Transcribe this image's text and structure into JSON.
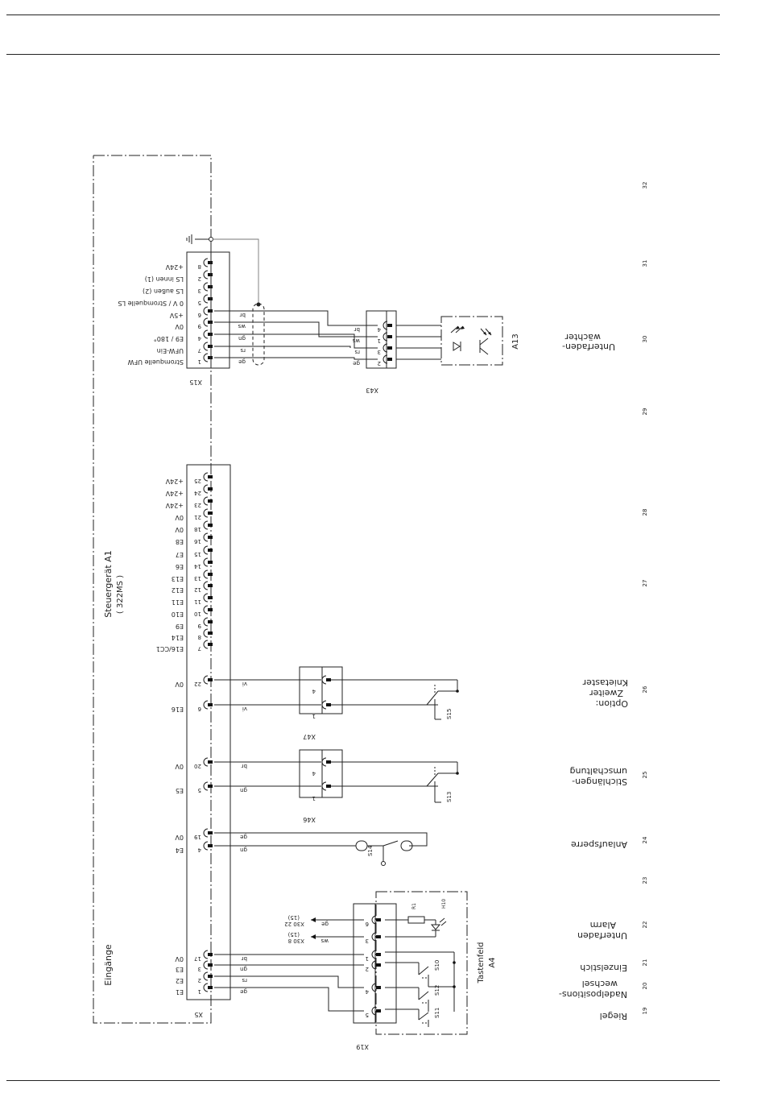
{
  "sheet": {
    "top_rules": 2,
    "bottom_rule": 1
  },
  "frame": {
    "label_top": "Steuergerät A1",
    "label_sub": "( 322MS )",
    "label_bottom": "Eingänge"
  },
  "x15": {
    "name": "X15",
    "pins": [
      {
        "pos": "8",
        "label": "+24V",
        "wire": ""
      },
      {
        "pos": "2",
        "label": "LS innen (1)",
        "wire": ""
      },
      {
        "pos": "3",
        "label": "LS außen (2)",
        "wire": ""
      },
      {
        "pos": "5",
        "label": "0 V / Stromquelle LS",
        "wire": ""
      },
      {
        "pos": "6",
        "label": "+5V",
        "wire": "br"
      },
      {
        "pos": "9",
        "label": "0V",
        "wire": "ws"
      },
      {
        "pos": "4",
        "label": "E9 / 180°",
        "wire": "gn"
      },
      {
        "pos": "7",
        "label": "UFW-Ein",
        "wire": "rs"
      },
      {
        "pos": "1",
        "label": "Stromquelle UFW",
        "wire": "ge"
      }
    ]
  },
  "x43": {
    "name": "X43",
    "pins": [
      {
        "pos": "4",
        "wire": "br"
      },
      {
        "pos": "1",
        "wire": "ws"
      },
      {
        "pos": "3",
        "wire": "rs"
      },
      {
        "pos": "2",
        "wire": "ge"
      }
    ]
  },
  "a13": {
    "name": "A13",
    "desc": "Unterfaden-wächter",
    "desc1": "Unterfaden-",
    "desc2": "wächter"
  },
  "x5": {
    "name": "X5",
    "pins": [
      {
        "pos": "25",
        "label": "+24V"
      },
      {
        "pos": "24",
        "label": "+24V"
      },
      {
        "pos": "23",
        "label": "+24V"
      },
      {
        "pos": "21",
        "label": "0V"
      },
      {
        "pos": "18",
        "label": "0V"
      },
      {
        "pos": "16",
        "label": "E8"
      },
      {
        "pos": "15",
        "label": "E7"
      },
      {
        "pos": "14",
        "label": "E6"
      },
      {
        "pos": "13",
        "label": "E13"
      },
      {
        "pos": "12",
        "label": "E12"
      },
      {
        "pos": "11",
        "label": "E11"
      },
      {
        "pos": "10",
        "label": "E10"
      },
      {
        "pos": "9",
        "label": "E9"
      },
      {
        "pos": "8",
        "label": "E14"
      },
      {
        "pos": "7",
        "label": "E16/CC1"
      },
      {
        "pos": "22",
        "label": "0V",
        "wire": "vi"
      },
      {
        "pos": "6",
        "label": "E16",
        "wire": "vi"
      },
      {
        "pos": "20",
        "label": "0V",
        "wire": "br"
      },
      {
        "pos": "5",
        "label": "E5",
        "wire": "gn"
      },
      {
        "pos": "19",
        "label": "0V",
        "wire": "ge"
      },
      {
        "pos": "4",
        "label": "E4",
        "wire": "gn"
      },
      {
        "pos": "17",
        "label": "0V",
        "wire": "br"
      },
      {
        "pos": "3",
        "label": "E3",
        "wire": "gn"
      },
      {
        "pos": "2",
        "label": "E2",
        "wire": "rs"
      },
      {
        "pos": "1",
        "label": "E1",
        "wire": "ge"
      }
    ]
  },
  "x47": {
    "name": "X47",
    "pins": [
      "4",
      "1"
    ],
    "switch": "S15"
  },
  "x46": {
    "name": "X46",
    "pins": [
      "4",
      "1"
    ],
    "switch": "S13"
  },
  "s14": {
    "name": "S14"
  },
  "x19": {
    "name": "X19",
    "pins": [
      "6",
      "3",
      "1",
      "2",
      "4",
      "5"
    ]
  },
  "a4": {
    "name1": "Tastenfeld",
    "name2": "A4",
    "r1": "R1",
    "h10": "H10",
    "s10": "S10",
    "s11": "S11",
    "s12": "S12"
  },
  "x30": [
    {
      "label": "X30 22",
      "ref": "(15)",
      "wire": "ge"
    },
    {
      "label": "X30 8",
      "ref": "(15)",
      "wire": "ws"
    }
  ],
  "functions": [
    {
      "text1": "Unterfaden-",
      "text2": "wächter",
      "col": "30"
    },
    {
      "text1": "Option:",
      "text2": "Zweiter",
      "text3": "Knietaster",
      "col": "26"
    },
    {
      "text1": "Stichlängen-",
      "text2": "umschaltung",
      "col": "25"
    },
    {
      "text1": "Anlaufsperre",
      "col": "24"
    },
    {
      "text1": "Unterfaden",
      "text2": "Alarm",
      "col": "22"
    },
    {
      "text1": "Einzelstich",
      "col": "21"
    },
    {
      "text1": "Nadelpositions-",
      "text2": "wechsel",
      "col": "20"
    },
    {
      "text1": "Riegel",
      "col": "19"
    }
  ],
  "columns": [
    "32",
    "31",
    "30",
    "29",
    "28",
    "27",
    "26",
    "25",
    "24",
    "23",
    "22",
    "21",
    "20",
    "19"
  ]
}
